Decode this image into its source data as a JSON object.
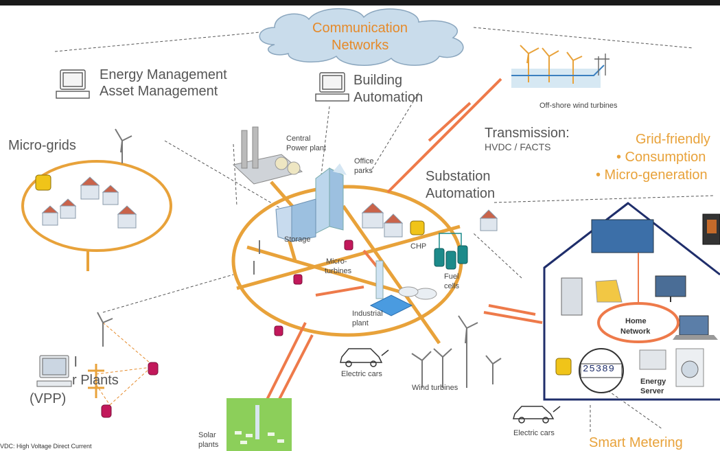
{
  "colors": {
    "ring": "#e8a23a",
    "power_line": "#ee7a4a",
    "house_outline": "#1f2e6b",
    "cloud": "#c9dceb",
    "meter_text": "#1f2e6b"
  },
  "cloud": {
    "line1": "Communication",
    "line2": "Networks"
  },
  "labels": {
    "energy_mgmt_1": "Energy Management",
    "energy_mgmt_2": "Asset Management",
    "building_1": "Building",
    "building_2": "Automation",
    "offshore": "Off-shore wind turbines",
    "transmission_1": "Transmission:",
    "transmission_2": "HVDC / FACTS",
    "grid_friendly_1": "Grid-friendly",
    "grid_friendly_2": "• Consumption",
    "grid_friendly_3": "• Micro-generation",
    "substation_1": "Substation",
    "substation_2": "Automation",
    "micro_grids": "Micro-grids",
    "central_1": "Central",
    "central_2": "Power plant",
    "office_1": "Office",
    "office_2": "parks",
    "storage": "Storage",
    "chp": "CHP",
    "micro_turbines_1": "Micro-",
    "micro_turbines_2": "turbines",
    "fuel_1": "Fuel",
    "fuel_2": "cells",
    "industrial_1": "Industrial",
    "industrial_2": "plant",
    "electric_cars_1": "Electric cars",
    "wind_turbines": "Wind turbines",
    "electric_cars_2": "Electric cars",
    "home_network_1": "Home",
    "home_network_2": "Network",
    "energy_server_1": "Energy",
    "energy_server_2": "Server",
    "meter_digits": "25389",
    "smart_metering": "Smart Metering",
    "vpp_1": "l",
    "vpp_2": "r Plants",
    "vpp_3": "(VPP)",
    "solar_1": "Solar",
    "solar_2": "plants",
    "footnote": "VDC: High Voltage Direct Current"
  },
  "icons": [
    "monitor-icon",
    "wind-turbine-icon",
    "house-cluster-icon",
    "car-plug-icon",
    "plug-badge-icon",
    "storage-cylinder-icon",
    "washing-machine-icon",
    "laptop-icon",
    "tv-icon",
    "solar-panel-icon"
  ]
}
